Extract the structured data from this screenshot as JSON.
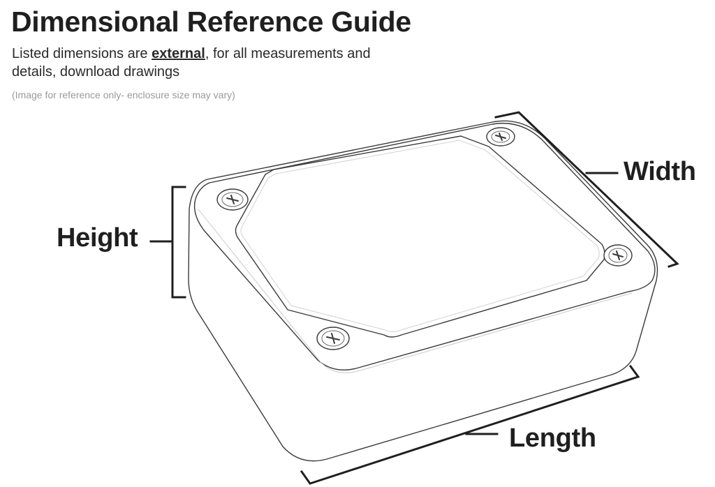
{
  "header": {
    "title": "Dimensional Reference Guide",
    "subtitle_prefix": "Listed dimensions are ",
    "subtitle_emphasis": "external",
    "subtitle_suffix": ", for all measurements and details, download drawings",
    "note": "(Image for reference only- enclosure size may vary)"
  },
  "diagram": {
    "subject": "enclosure-box",
    "labels": {
      "height": "Height",
      "width": "Width",
      "length": "Length"
    },
    "screw_count": 4
  }
}
